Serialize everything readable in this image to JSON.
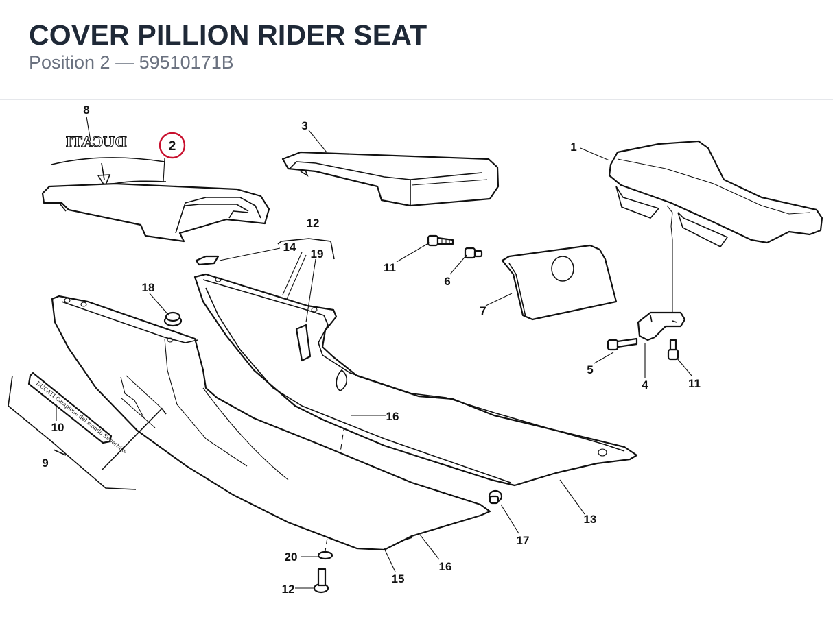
{
  "header": {
    "title": "COVER PILLION RIDER SEAT",
    "subtitle": "Position 2 — 59510171B"
  },
  "diagram": {
    "highlight_color": "#c8102e",
    "highlighted_position": "2",
    "callouts": [
      {
        "id": "1",
        "text": "1"
      },
      {
        "id": "2",
        "text": "2"
      },
      {
        "id": "3",
        "text": "3"
      },
      {
        "id": "4",
        "text": "4"
      },
      {
        "id": "5",
        "text": "5"
      },
      {
        "id": "6",
        "text": "6"
      },
      {
        "id": "7",
        "text": "7"
      },
      {
        "id": "8",
        "text": "8"
      },
      {
        "id": "9",
        "text": "9"
      },
      {
        "id": "10",
        "text": "10"
      },
      {
        "id": "11a",
        "text": "11"
      },
      {
        "id": "11b",
        "text": "11"
      },
      {
        "id": "12a",
        "text": "12"
      },
      {
        "id": "12b",
        "text": "12"
      },
      {
        "id": "13",
        "text": "13"
      },
      {
        "id": "14",
        "text": "14"
      },
      {
        "id": "15",
        "text": "15"
      },
      {
        "id": "16a",
        "text": "16"
      },
      {
        "id": "16b",
        "text": "16"
      },
      {
        "id": "17",
        "text": "17"
      },
      {
        "id": "18",
        "text": "18"
      },
      {
        "id": "19",
        "text": "19"
      },
      {
        "id": "20",
        "text": "20"
      }
    ],
    "decal_text": "DUCATI",
    "badge_text": "DUCATI Campione del mondo Superbike"
  }
}
